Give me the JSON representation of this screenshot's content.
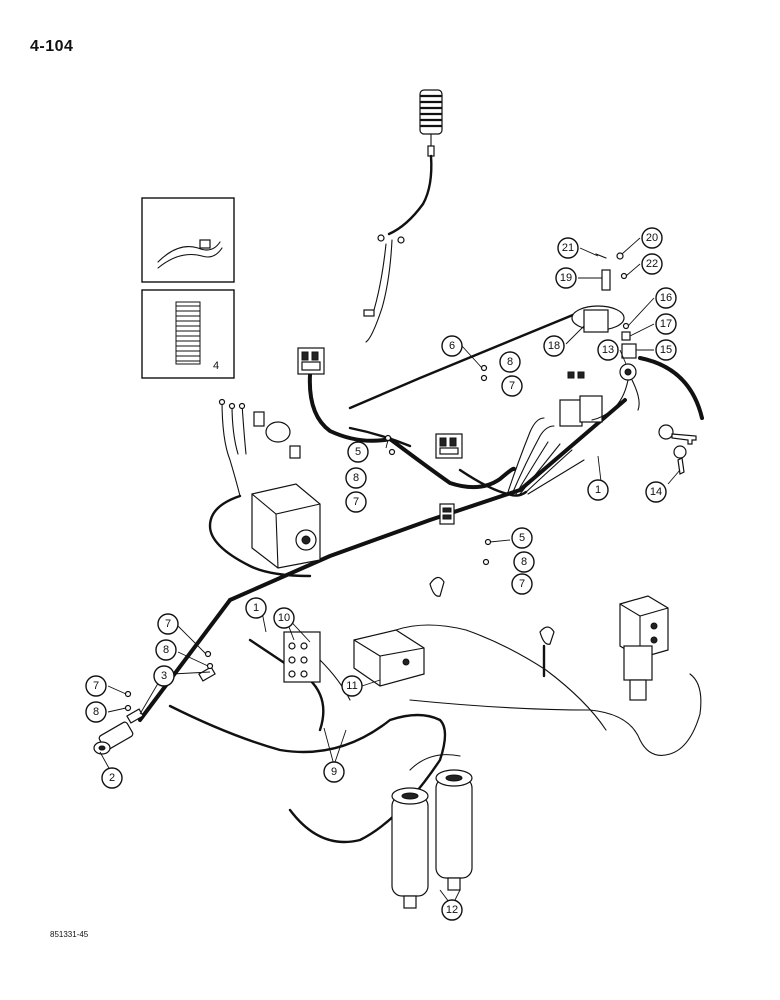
{
  "page": {
    "number": "4-104",
    "figure_code": "851331-45"
  },
  "callouts": [
    {
      "id": "c1a",
      "label": "1"
    },
    {
      "id": "c1b",
      "label": "1"
    },
    {
      "id": "c2",
      "label": "2"
    },
    {
      "id": "c3",
      "label": "3"
    },
    {
      "id": "c4",
      "label": "4"
    },
    {
      "id": "c5a",
      "label": "5"
    },
    {
      "id": "c5b",
      "label": "5"
    },
    {
      "id": "c6",
      "label": "6"
    },
    {
      "id": "c7a",
      "label": "7"
    },
    {
      "id": "c7b",
      "label": "7"
    },
    {
      "id": "c7c",
      "label": "7"
    },
    {
      "id": "c7d",
      "label": "7"
    },
    {
      "id": "c7e",
      "label": "7"
    },
    {
      "id": "c8a",
      "label": "8"
    },
    {
      "id": "c8b",
      "label": "8"
    },
    {
      "id": "c8c",
      "label": "8"
    },
    {
      "id": "c8d",
      "label": "8"
    },
    {
      "id": "c8e",
      "label": "8"
    },
    {
      "id": "c9",
      "label": "9"
    },
    {
      "id": "c10",
      "label": "10"
    },
    {
      "id": "c11",
      "label": "11"
    },
    {
      "id": "c12",
      "label": "12"
    },
    {
      "id": "c13",
      "label": "13"
    },
    {
      "id": "c14",
      "label": "14"
    },
    {
      "id": "c15",
      "label": "15"
    },
    {
      "id": "c16",
      "label": "16"
    },
    {
      "id": "c17",
      "label": "17"
    },
    {
      "id": "c18",
      "label": "18"
    },
    {
      "id": "c19",
      "label": "19"
    },
    {
      "id": "c20",
      "label": "20"
    },
    {
      "id": "c21",
      "label": "21"
    },
    {
      "id": "c22",
      "label": "22"
    }
  ]
}
